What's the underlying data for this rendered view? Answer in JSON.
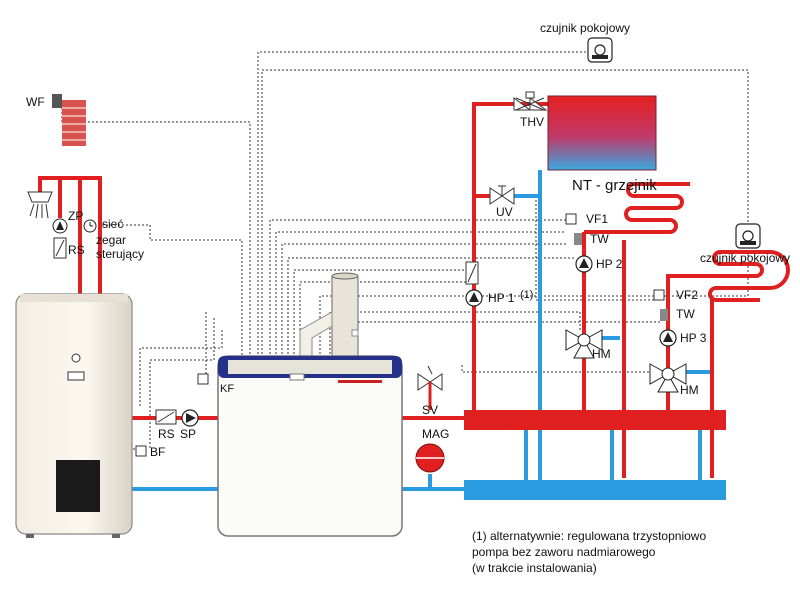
{
  "labels": {
    "wf": "WF",
    "czujnik_top": "czujnik pokojowy",
    "czujnik_right": "czujnik pokojowy",
    "zp": "ZP",
    "rs_top": "RS",
    "siec": "sieć",
    "zegar": "zegar",
    "sterujacy": "sterujący",
    "thv": "THV",
    "uv": "UV",
    "nt": "NT - grzejnik",
    "vf1": "VF1",
    "tw1": "TW",
    "hp2": "HP 2",
    "hp1": "HP 1",
    "alt_mark": "(1)",
    "vf2": "VF2",
    "tw2": "TW",
    "hp3": "HP 3",
    "hm1": "HM",
    "hm2": "HM",
    "kf": "KF",
    "sv": "SV",
    "rs_bottom": "RS",
    "sp": "SP",
    "bf": "BF",
    "mag": "MAG"
  },
  "footnote": {
    "line1": "(1) alternatywnie: regulowana trzystopniowo",
    "line2": "pompa bez zaworu nadmiarowego",
    "line3": "(w trakcie instalowania)"
  },
  "colors": {
    "hot": "#e02020",
    "cold": "#2a9be0",
    "boiler_trim": "#24308a",
    "brick": "#d9534f"
  }
}
